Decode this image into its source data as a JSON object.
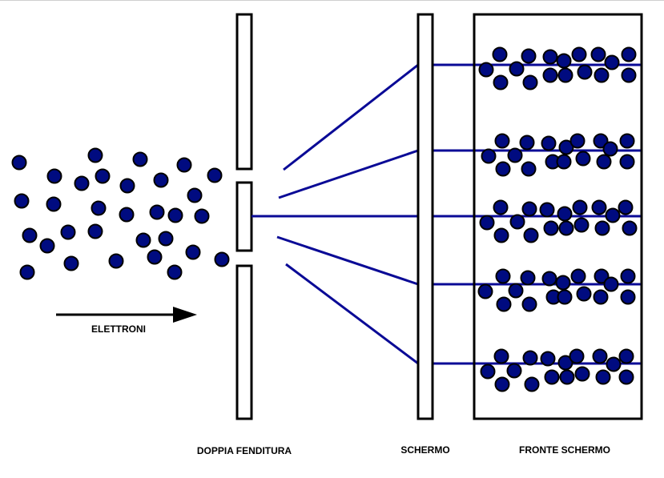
{
  "labels": {
    "electrons": "ELETTRONI",
    "double_slit": "DOPPIA FENDITURA",
    "screen": "SCHERMO",
    "screen_front": "FRONTE SCHERMO"
  },
  "colors": {
    "electron_fill": "#000b80",
    "electron_stroke": "#000000",
    "ray": "#0a0a96",
    "outline": "#000000",
    "background": "#ffffff"
  },
  "icons": {
    "direction_arrow": "arrow-right-icon"
  }
}
